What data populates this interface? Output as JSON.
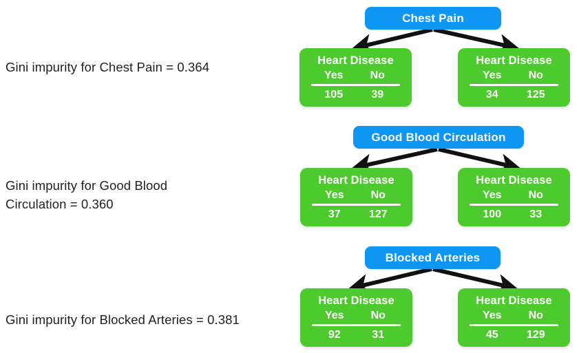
{
  "page": {
    "background": "#ffffff",
    "node_blue": "#0e96f5",
    "node_green": "#4dca2e",
    "text_color": "#231f20",
    "node_text_color": "#ffffff"
  },
  "blocks": [
    {
      "caption": "Gini impurity for Chest Pain = 0.364",
      "root_label": "Chest Pain",
      "leaves": [
        {
          "title": "Heart Disease",
          "headers": [
            "Yes",
            "No"
          ],
          "values": [
            "105",
            "39"
          ]
        },
        {
          "title": "Heart Disease",
          "headers": [
            "Yes",
            "No"
          ],
          "values": [
            "34",
            "125"
          ]
        }
      ]
    },
    {
      "caption": "Gini impurity for Good Blood\nCirculation = 0.360",
      "root_label": "Good Blood Circulation",
      "leaves": [
        {
          "title": "Heart Disease",
          "headers": [
            "Yes",
            "No"
          ],
          "values": [
            "37",
            "127"
          ]
        },
        {
          "title": "Heart Disease",
          "headers": [
            "Yes",
            "No"
          ],
          "values": [
            "100",
            "33"
          ]
        }
      ]
    },
    {
      "caption": "Gini impurity for Blocked Arteries = 0.381",
      "root_label": "Blocked Arteries",
      "leaves": [
        {
          "title": "Heart Disease",
          "headers": [
            "Yes",
            "No"
          ],
          "values": [
            "92",
            "31"
          ]
        },
        {
          "title": "Heart Disease",
          "headers": [
            "Yes",
            "No"
          ],
          "values": [
            "45",
            "129"
          ]
        }
      ]
    }
  ]
}
